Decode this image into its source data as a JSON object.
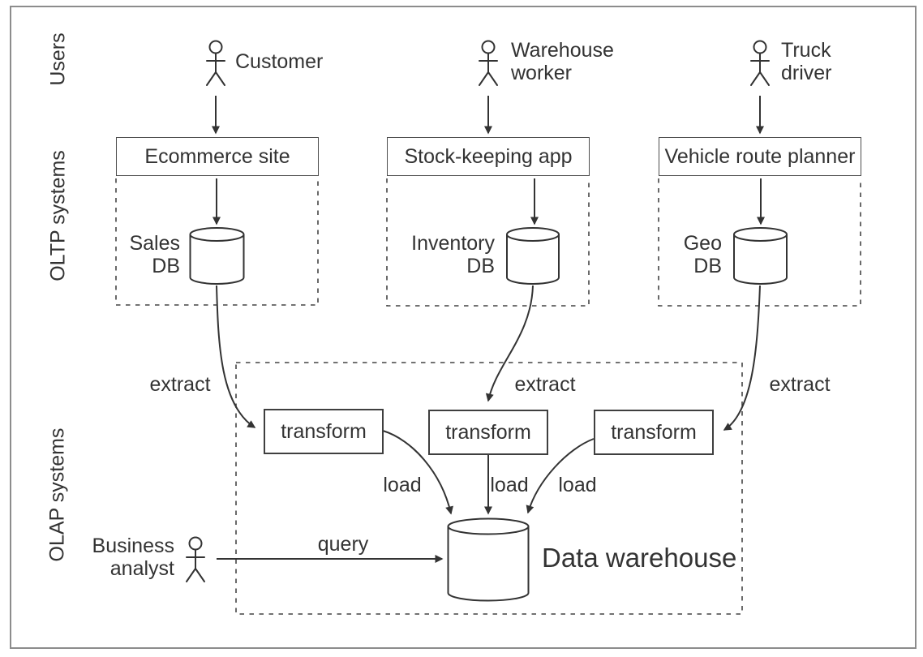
{
  "lanes": {
    "users": "Users",
    "oltp": "OLTP systems",
    "olap": "OLAP systems"
  },
  "actors": {
    "customer": "Customer",
    "warehouse_worker": "Warehouse\nworker",
    "truck_driver": "Truck\ndriver",
    "business_analyst": "Business\nanalyst"
  },
  "apps": {
    "ecommerce": "Ecommerce site",
    "stock_keeping": "Stock-keeping app",
    "route_planner": "Vehicle route planner"
  },
  "databases": {
    "sales": "Sales\nDB",
    "inventory": "Inventory\nDB",
    "geo": "Geo\nDB",
    "warehouse": "Data warehouse"
  },
  "process": {
    "transform1": "transform",
    "transform2": "transform",
    "transform3": "transform",
    "extract1": "extract",
    "extract2": "extract",
    "extract3": "extract",
    "load1": "load",
    "load2": "load",
    "load3": "load",
    "query": "query"
  },
  "colors": {
    "stroke": "#333333",
    "box_border": "#4d4d4d",
    "dashed_border": "#444444",
    "frame_border": "#8c8c8c",
    "background": "#ffffff",
    "text": "#333333"
  }
}
